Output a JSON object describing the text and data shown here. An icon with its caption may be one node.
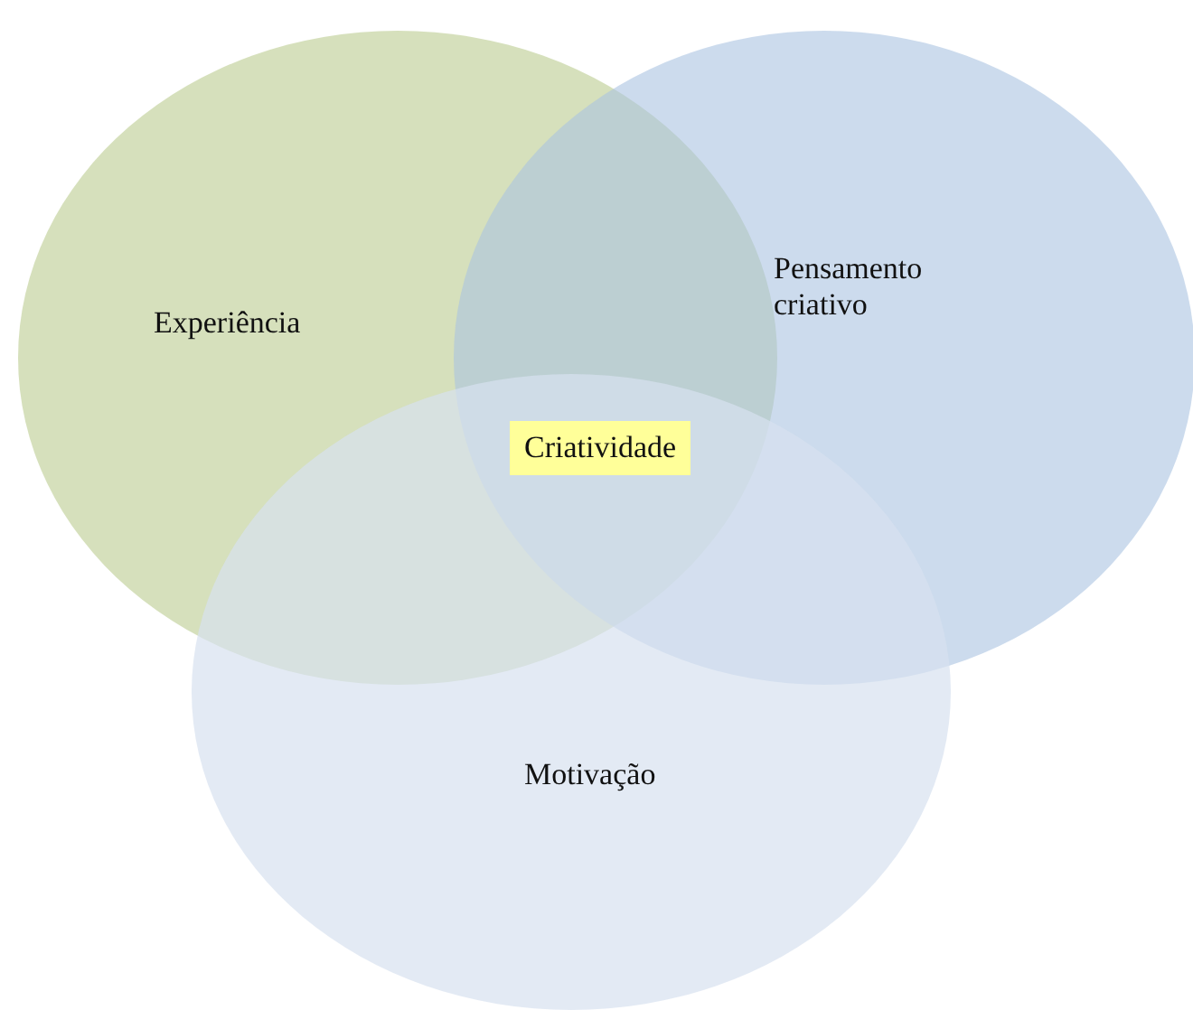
{
  "diagram": {
    "nodes": [
      {
        "text": [
          "Experiência"
        ]
      },
      {
        "text": [
          "Pensamento criativo"
        ]
      },
      {
        "text": [
          "Motivação"
        ]
      },
      {
        "text": [
          "Criatividade"
        ]
      }
    ]
  }
}
